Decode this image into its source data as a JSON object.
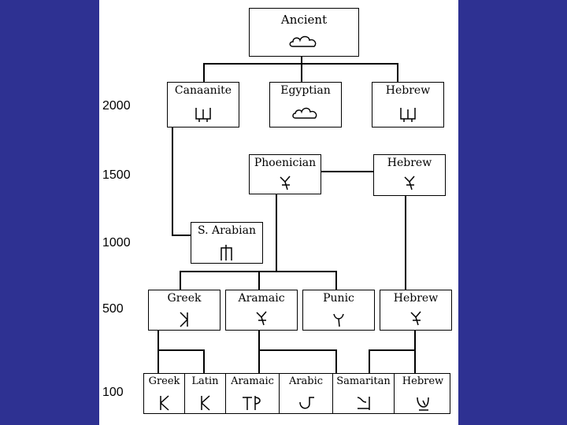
{
  "years": [
    "2000",
    "1500",
    "1000",
    "500",
    "100"
  ],
  "nodes": {
    "ancient": {
      "label": "Ancient",
      "glyph": "cloud-glyph"
    },
    "canaanite": {
      "label": "Canaanite",
      "glyph": "trident-glyph"
    },
    "egyptian": {
      "label": "Egyptian",
      "glyph": "cloud-glyph"
    },
    "hebrew_2000": {
      "label": "Hebrew",
      "glyph": "trident-glyph"
    },
    "phoenician": {
      "label": "Phoenician",
      "glyph": "shin-glyph"
    },
    "hebrew_1500": {
      "label": "Hebrew",
      "glyph": "shin-glyph"
    },
    "s_arabian": {
      "label": "S. Arabian",
      "glyph": "arch-glyph"
    },
    "greek_500": {
      "label": "Greek",
      "glyph": "reversed-k-glyph"
    },
    "aramaic_500": {
      "label": "Aramaic",
      "glyph": "shin-glyph"
    },
    "punic": {
      "label": "Punic",
      "glyph": "shin-glyph"
    },
    "hebrew_500": {
      "label": "Hebrew",
      "glyph": "shin-glyph"
    },
    "greek_100": {
      "label": "Greek",
      "glyph": "k-glyph"
    },
    "latin_100": {
      "label": "Latin",
      "glyph": "k-glyph"
    },
    "aramaic_100": {
      "label": "Aramaic",
      "glyph": "aramaic-glyph"
    },
    "arabic_100": {
      "label": "Arabic",
      "glyph": "arabic-glyph"
    },
    "samaritan_100": {
      "label": "Samaritan",
      "glyph": "samaritan-glyph"
    },
    "hebrew_100": {
      "label": "Hebrew",
      "glyph": "hebrew-shin-glyph"
    }
  }
}
